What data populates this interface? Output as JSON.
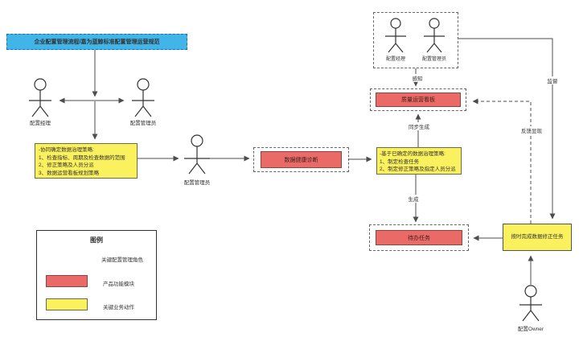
{
  "diagram": {
    "banner": "企业配置管理流程/嘉为蓝鲸标准配置管理运营规范",
    "actors": {
      "left_manager": "配置经理",
      "left_admin": "配置管理员",
      "mid_admin": "配置管理员",
      "topright_manager": "配置经理",
      "topright_admin": "配置管理员",
      "owner": "配置Owner"
    },
    "boxes": {
      "strategy_left": [
        "-协同确定数据治理策略:",
        "1、检查指标、周期及检查数据的范围",
        "2、修正策略及人员分派",
        "3、数据运营看板规划策略"
      ],
      "health_check": "数据健康诊断",
      "strategy_right": [
        "-基于已确定的数据治理策略:",
        "1、制定检查任务",
        "2、制定修正策略及指定人员分派"
      ],
      "quality_board": "质量运营看板",
      "todo_tasks": "待办任务",
      "complete_tasks": "按时完成数据修正任务"
    },
    "edge_labels": {
      "perceive": "感知",
      "sync_generate": "同步生成",
      "generate": "生成",
      "supervise": "监督",
      "feedback": "反馈显现"
    },
    "legend": {
      "title": "图例",
      "items": [
        {
          "label": "关键配置管理角色"
        },
        {
          "label": "产品功能模块"
        },
        {
          "label": "关键业务动作"
        }
      ]
    },
    "colors": {
      "banner_blue": "#41b4e8",
      "module_red": "#e96a66",
      "action_yellow": "#fbf15e"
    }
  }
}
